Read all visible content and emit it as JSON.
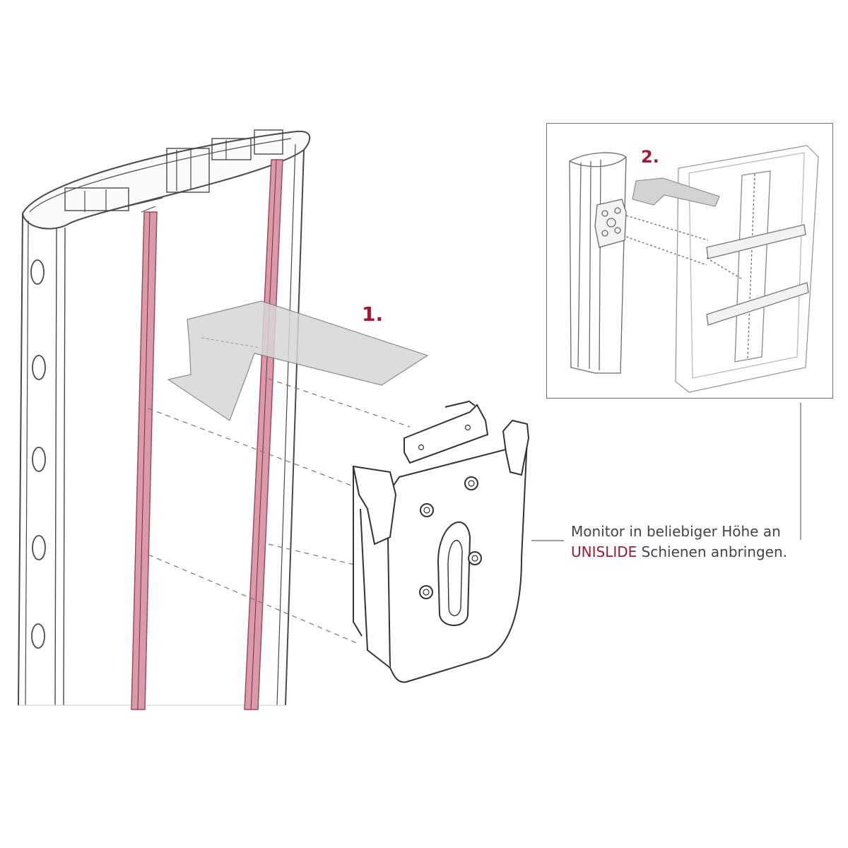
{
  "steps": {
    "step1": "1.",
    "step2": "2."
  },
  "caption": {
    "line1": "Monitor in beliebiger Höhe an",
    "brand": "UNISLIDE",
    "line2_rest": " Schienen anbringen."
  },
  "colors": {
    "accent": "#9b1c34",
    "rail_highlight": "#c97a8a",
    "line": "#555555",
    "arrow_fill": "#cfcfcf"
  }
}
